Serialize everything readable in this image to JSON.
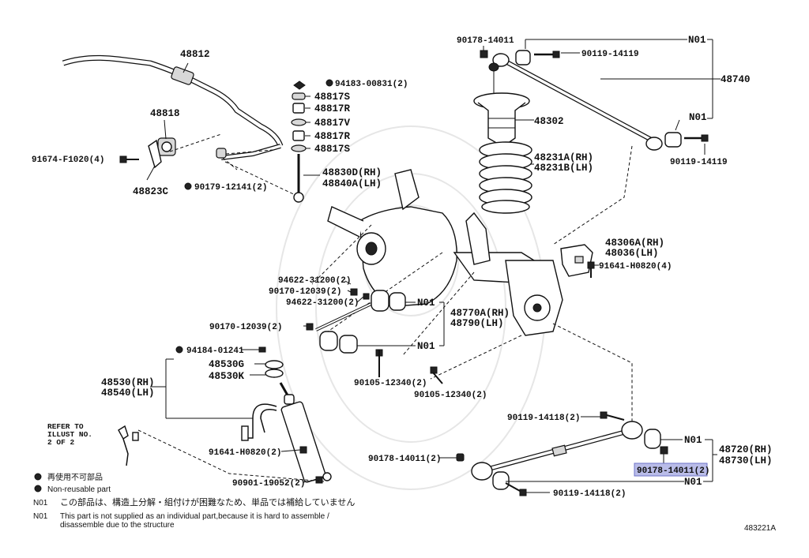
{
  "labels": {
    "p48812": "48812",
    "p48818": "48818",
    "p91674": "91674-F1020(4)",
    "p48823C": "48823C",
    "p90179": "90179-12141(2)",
    "p94183": "94183-00831(2)",
    "p48817S_a": "48817S",
    "p48817R_a": "48817R",
    "p48817V": "48817V",
    "p48817R_b": "48817R",
    "p48817S_b": "48817S",
    "p48830D": "48830D(RH)",
    "p48840A": "48840A(LH)",
    "p90178_top": "90178-14011",
    "p90119_top": "90119-14119",
    "n01_top1": "N01",
    "p48740": "48740",
    "n01_top2": "N01",
    "p90119_mid": "90119-14119",
    "p48302": "48302",
    "p48231A": "48231A(RH)",
    "p48231B": "48231B(LH)",
    "p48306A": "48306A(RH)",
    "p48036": "48036(LH)",
    "p91641_right": "91641-H0820(4)",
    "p94622_a": "94622-31200(2)",
    "p90170_a": "90170-12039(2)",
    "p94622_b": "94622-31200(2)",
    "p90170_b": "90170-12039(2)",
    "n01_mid1": "N01",
    "n01_mid2": "N01",
    "p48770A": "48770A(RH)",
    "p48790": "48790(LH)",
    "p94184": "94184-01241",
    "p48530G": "48530G",
    "p48530K": "48530K",
    "p48530": "48530(RH)",
    "p48540": "48540(LH)",
    "p90105_a": "90105-12340(2)",
    "p90105_b": "90105-12340(2)",
    "refer1": "REFER TO",
    "refer2": "ILLUST NO.",
    "refer3": "2 OF 2",
    "p91641_left": "91641-H0820(2)",
    "p90901": "90901-19052(2)",
    "p90119_low1": "90119-14118(2)",
    "p90178_low": "90178-14011(2)",
    "n01_low1": "N01",
    "p48720": "48720(RH)",
    "p48730": "48730(LH)",
    "p90178_hl": "90178-14011(2)",
    "n01_low2": "N01",
    "p90119_low2": "90119-14118(2)"
  },
  "legend": {
    "nonreusable_jp": "再使用不可部品",
    "nonreusable_en": "Non-reusable part",
    "n01_tag_1": "N01",
    "n01_jp": "この部品は、構造上分解・組付けが困難なため、単品では補給していません",
    "n01_tag_2": "N01",
    "n01_en_1": "This part is not supplied as an individual part,because it is hard to assemble /",
    "n01_en_2": "disassemble due to the structure"
  },
  "illustration_id": "483221A",
  "colors": {
    "highlight": "#b9bce8",
    "ink": "#111111"
  }
}
